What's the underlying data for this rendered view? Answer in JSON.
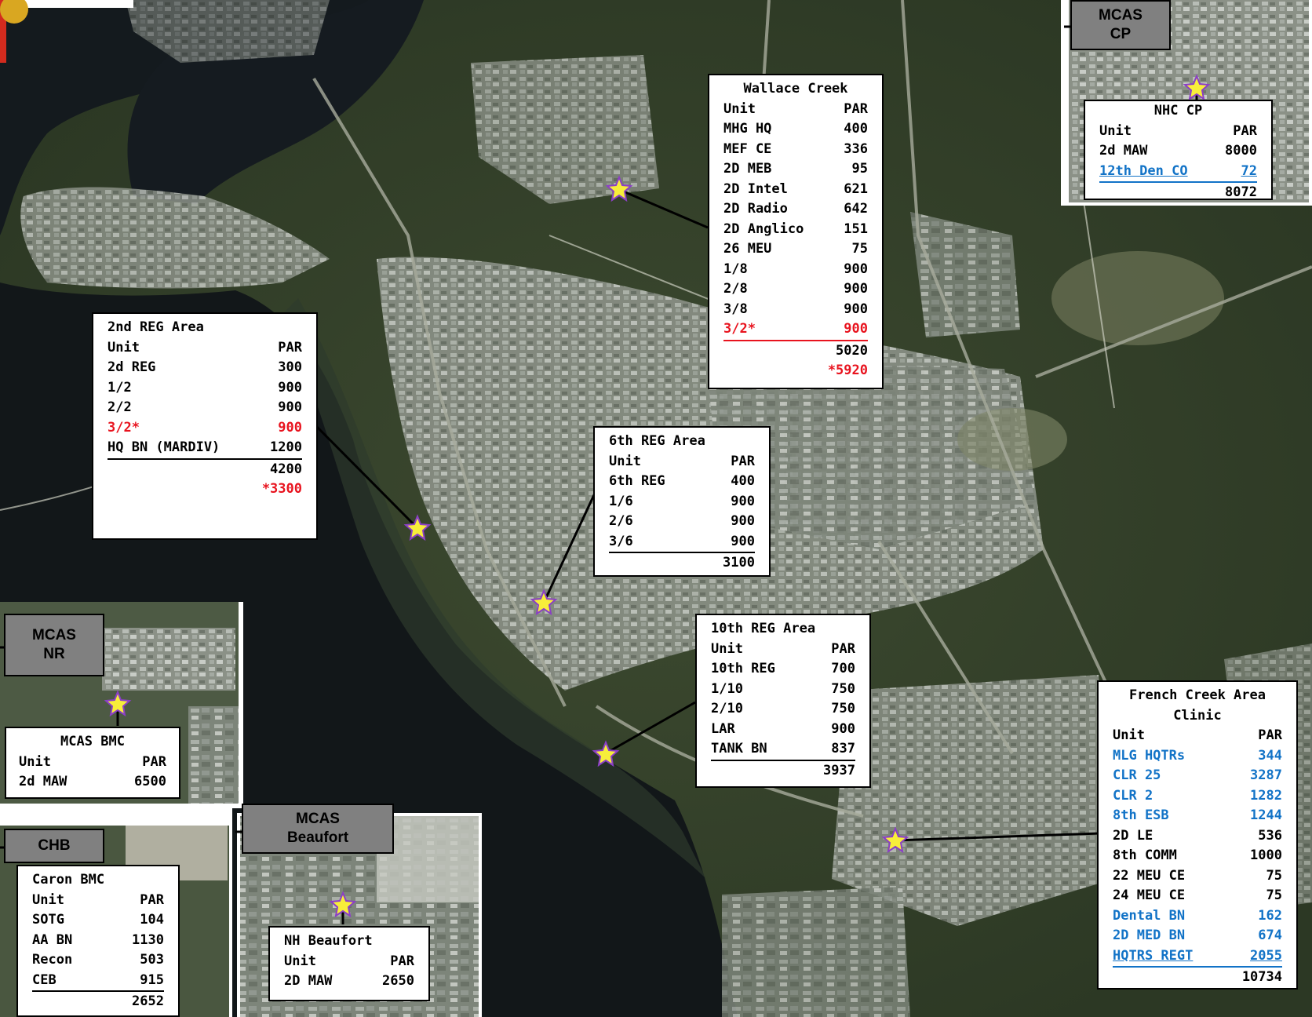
{
  "labels": {
    "mcas_cp": [
      "MCAS",
      "CP"
    ],
    "mcas_nr": [
      "MCAS",
      "NR"
    ],
    "chb": [
      "CHB"
    ],
    "mcas_beaufort": [
      "MCAS",
      "Beaufort"
    ]
  },
  "panels": {
    "wallace": {
      "title": "Wallace Creek",
      "header": {
        "unit": "Unit",
        "par": "PAR"
      },
      "rows": [
        {
          "unit": "MHG HQ",
          "par": "400"
        },
        {
          "unit": "MEF CE",
          "par": "336"
        },
        {
          "unit": "2D MEB",
          "par": "95"
        },
        {
          "unit": "2D Intel",
          "par": "621"
        },
        {
          "unit": "2D Radio",
          "par": "642"
        },
        {
          "unit": "2D Anglico",
          "par": "151"
        },
        {
          "unit": "26 MEU",
          "par": "75"
        },
        {
          "unit": "1/8",
          "par": "900"
        },
        {
          "unit": "2/8",
          "par": "900"
        },
        {
          "unit": "3/8",
          "par": "900"
        },
        {
          "unit": "3/2*",
          "par": "900"
        }
      ],
      "totals": [
        "5020",
        "*5920"
      ]
    },
    "reg2": {
      "title": "2nd REG Area",
      "header": {
        "unit": "Unit",
        "par": "PAR"
      },
      "rows": [
        {
          "unit": "2d REG",
          "par": "300"
        },
        {
          "unit": "1/2",
          "par": "900"
        },
        {
          "unit": "2/2",
          "par": "900"
        },
        {
          "unit": "3/2*",
          "par": "900"
        },
        {
          "unit": "HQ BN (MARDIV)",
          "par": "1200"
        }
      ],
      "totals": [
        "4200",
        "*3300"
      ]
    },
    "reg6": {
      "title": "6th REG Area",
      "header": {
        "unit": "Unit",
        "par": "PAR"
      },
      "rows": [
        {
          "unit": "6th REG",
          "par": "400"
        },
        {
          "unit": "1/6",
          "par": "900"
        },
        {
          "unit": "2/6",
          "par": "900"
        },
        {
          "unit": "3/6",
          "par": "900"
        }
      ],
      "totals": [
        "3100"
      ]
    },
    "reg10": {
      "title": "10th REG Area",
      "header": {
        "unit": "Unit",
        "par": "PAR"
      },
      "rows": [
        {
          "unit": "10th REG",
          "par": "700"
        },
        {
          "unit": "1/10",
          "par": "750"
        },
        {
          "unit": "2/10",
          "par": "750"
        },
        {
          "unit": "LAR",
          "par": "900"
        },
        {
          "unit": "TANK BN",
          "par": "837"
        }
      ],
      "totals": [
        "3937"
      ]
    },
    "nhc": {
      "title": "NHC CP",
      "header": {
        "unit": "Unit",
        "par": "PAR"
      },
      "rows": [
        {
          "unit": "2d MAW",
          "par": "8000"
        },
        {
          "unit": "12th Den CO",
          "par": "72"
        }
      ],
      "totals": [
        "8072"
      ]
    },
    "mcas_bmc": {
      "title": "MCAS BMC",
      "header": {
        "unit": "Unit",
        "par": "PAR"
      },
      "rows": [
        {
          "unit": "2d MAW",
          "par": "6500"
        }
      ],
      "totals": []
    },
    "caron": {
      "title": "Caron BMC",
      "header": {
        "unit": "Unit",
        "par": "PAR"
      },
      "rows": [
        {
          "unit": "SOTG",
          "par": "104"
        },
        {
          "unit": "AA BN",
          "par": "1130"
        },
        {
          "unit": "Recon",
          "par": "503"
        },
        {
          "unit": "CEB",
          "par": "915"
        }
      ],
      "totals": [
        "2652"
      ]
    },
    "nh_beaufort": {
      "title": "NH Beaufort",
      "header": {
        "unit": "Unit",
        "par": "PAR"
      },
      "rows": [
        {
          "unit": "2D MAW",
          "par": "2650"
        }
      ],
      "totals": []
    },
    "french": {
      "title": "French Creek Area",
      "subtitle": "Clinic",
      "header": {
        "unit": "Unit",
        "par": "PAR"
      },
      "rows": [
        {
          "unit": "MLG HQTRs",
          "par": "344"
        },
        {
          "unit": "CLR 25",
          "par": "3287"
        },
        {
          "unit": "CLR 2",
          "par": "1282"
        },
        {
          "unit": "8th ESB",
          "par": "1244"
        },
        {
          "unit": "2D LE",
          "par": "536"
        },
        {
          "unit": "8th COMM",
          "par": "1000"
        },
        {
          "unit": "22 MEU CE",
          "par": "75"
        },
        {
          "unit": "24 MEU CE",
          "par": "75"
        },
        {
          "unit": "Dental BN",
          "par": "162"
        },
        {
          "unit": "2D MED BN",
          "par": "674"
        },
        {
          "unit": "HQTRS REGT",
          "par": "2055"
        }
      ],
      "totals": [
        "10734"
      ]
    }
  },
  "colors": {
    "red": "#e8131e",
    "blue": "#1273c7",
    "star": "#f7ee3a",
    "star_outline": "#8b3fc6"
  }
}
